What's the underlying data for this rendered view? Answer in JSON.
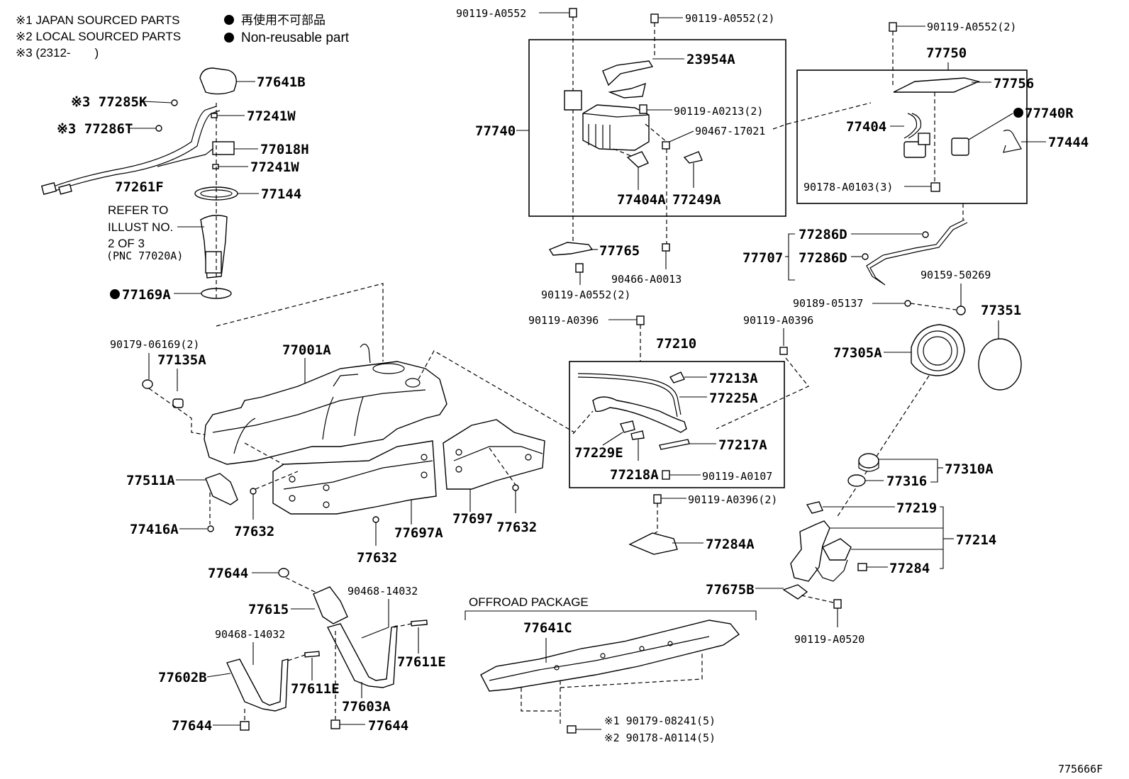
{
  "legend": {
    "japan": "※1 JAPAN SOURCED PARTS",
    "local": "※2 LOCAL SOURCED PARTS",
    "date_note": "※3 (2312-　　)",
    "nonreuse_jp": "再使用不可部品",
    "nonreuse_en": "Non-reusable part"
  },
  "diagram_id": "775666F",
  "refer": {
    "line1": "REFER TO",
    "line2": "ILLUST NO.",
    "line3": "2 OF 3",
    "line4": "(PNC 77020A)"
  },
  "offroad": "OFFROAD PACKAGE",
  "labels": {
    "p77641B": "77641B",
    "p77285K": "※3 77285K",
    "p77241W_a": "77241W",
    "p77286T": "※3 77286T",
    "p77018H": "77018H",
    "p77241W_b": "77241W",
    "p77261F": "77261F",
    "p77144": "77144",
    "p77169A": "77169A",
    "p90179_06169": "90179-06169(2)",
    "p77135A": "77135A",
    "p77001A": "77001A",
    "p77511A": "77511A",
    "p77416A": "77416A",
    "p77632_a": "77632",
    "p77632_b": "77632",
    "p77632_c": "77632",
    "p77697A": "77697A",
    "p77697": "77697",
    "p77644_a": "77644",
    "p77615": "77615",
    "p90468_a": "90468-14032",
    "p90468_b": "90468-14032",
    "p77602B": "77602B",
    "p77611E_a": "77611E",
    "p77611E_b": "77611E",
    "p77603A": "77603A",
    "p77644_b": "77644",
    "p77644_c": "77644",
    "p90119_A0552_top": "90119-A0552",
    "p90119_A0552_2a": "90119-A0552(2)",
    "p23954A": "23954A",
    "p77740": "77740",
    "p90119_A0213": "90119-A0213(2)",
    "p90467": "90467-17021",
    "p77404A": "77404A",
    "p77249A": "77249A",
    "p77765": "77765",
    "p90466": "90466-A0013",
    "p90119_A0552_2b": "90119-A0552(2)",
    "p90119_A0396_a": "90119-A0396",
    "p90119_A0396_b": "90119-A0396",
    "p77210": "77210",
    "p77213A": "77213A",
    "p77225A": "77225A",
    "p77217A": "77217A",
    "p77229E": "77229E",
    "p77218A": "77218A",
    "p90119_A0107": "90119-A0107",
    "p90119_A0396_2": "90119-A0396(2)",
    "p77284A": "77284A",
    "p77641C": "77641C",
    "p90179_08241": "※1 90179-08241(5)",
    "p90178_A0114": "※2 90178-A0114(5)",
    "p90119_A0552_2c": "90119-A0552(2)",
    "p77750": "77750",
    "p77756": "77756",
    "p77404": "77404",
    "p77740R": "77740R",
    "p77444": "77444",
    "p90178_A0103": "90178-A0103(3)",
    "p77286D_a": "77286D",
    "p77707": "77707",
    "p77286D_b": "77286D",
    "p90159": "90159-50269",
    "p90189": "90189-05137",
    "p77351": "77351",
    "p77305A": "77305A",
    "p77310A": "77310A",
    "p77316": "77316",
    "p77219": "77219",
    "p77214": "77214",
    "p77284": "77284",
    "p77675B": "77675B",
    "p90119_A0520": "90119-A0520"
  }
}
